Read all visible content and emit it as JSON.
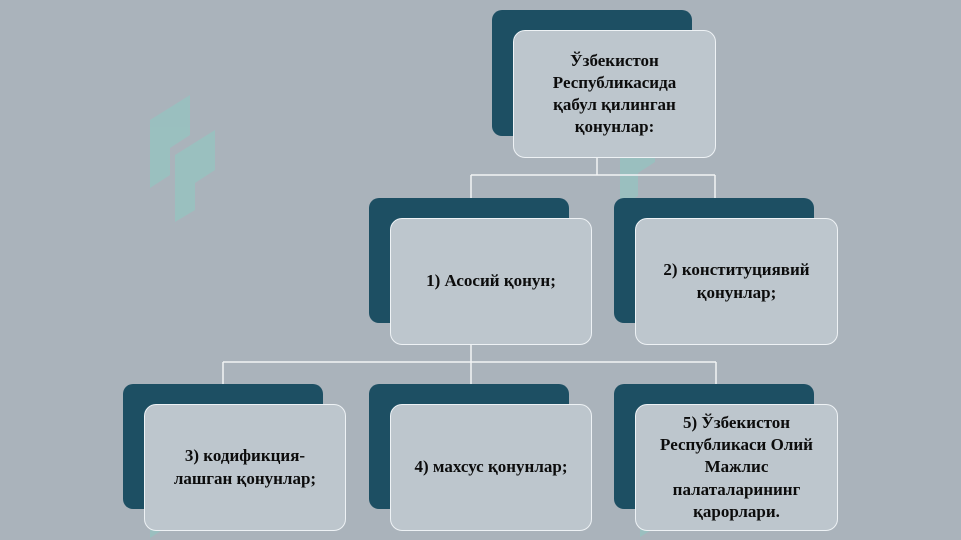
{
  "diagram": {
    "root": {
      "label": "Ўзбекистон\nРеспубликасида\nқабул қилинган\nқонунлар:"
    },
    "nodes": [
      {
        "label": "1) Асосий қонун;"
      },
      {
        "label": "2) конституциявий\nқонунлар;"
      },
      {
        "label": "3) кодификция-\nлашган қонунлар;"
      },
      {
        "label": "4) махсус қонунлар;"
      },
      {
        "label": "5) Ўзбекистон\nРеспубликаси Олий\nМажлис\nпалаталарининг\nқарорлари."
      }
    ]
  },
  "colors": {
    "background": "#aab3bb",
    "box_fill": "#bdc6cd",
    "box_shadow": "#1d4f63",
    "box_border": "#eef2f5",
    "connector": "#f2f4f5",
    "watermark": "#7fd8c8"
  }
}
